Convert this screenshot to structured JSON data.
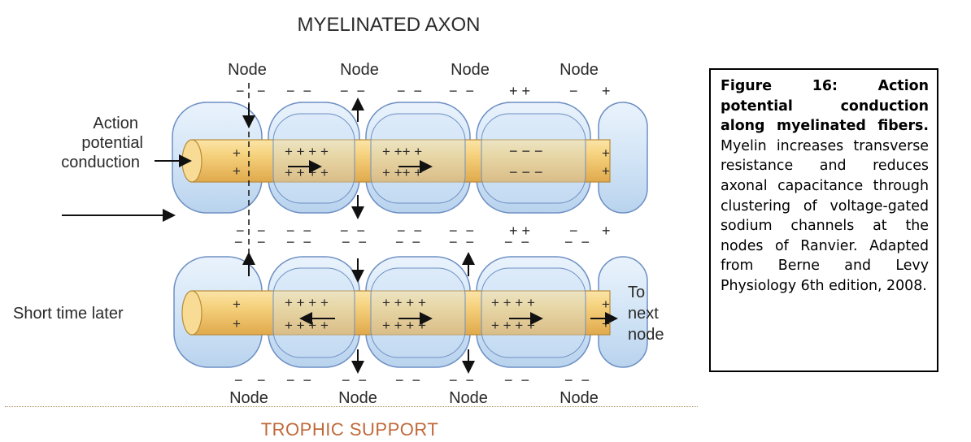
{
  "diagram": {
    "title": "MYELINATED AXON",
    "node_label": "Node",
    "side_labels": {
      "action_line1": "Action",
      "action_line2": "potential",
      "action_line3": "conduction",
      "later": "Short time later",
      "next_line1": "To",
      "next_line2": "next",
      "next_line3": "node"
    },
    "plus": "+",
    "minus": "−",
    "plus_row": "+ + + +",
    "plus_row_3": "+ + +",
    "plus_row_3b": "+ ++ +",
    "minus_row": "− − −",
    "minus_pair": "−  −",
    "plus_pair": "+ +"
  },
  "caption": {
    "title": "Figure 16: Action potential conduction along myelinated fibers.",
    "body": "Myelin increases transverse resistance and reduces axonal capacitance through clustering of voltage-gated sodium channels at the nodes of Ranvier. Adapted from Berne and Levy Physiology 6th edition, 2008."
  },
  "section_heading": "TROPHIC SUPPORT",
  "colors": {
    "axon": "#f1c76c",
    "axon_dark": "#d8a447",
    "myelin": "#cfe3f6",
    "myelin_edge": "#6d8fc3",
    "heading": "#c0693a"
  }
}
